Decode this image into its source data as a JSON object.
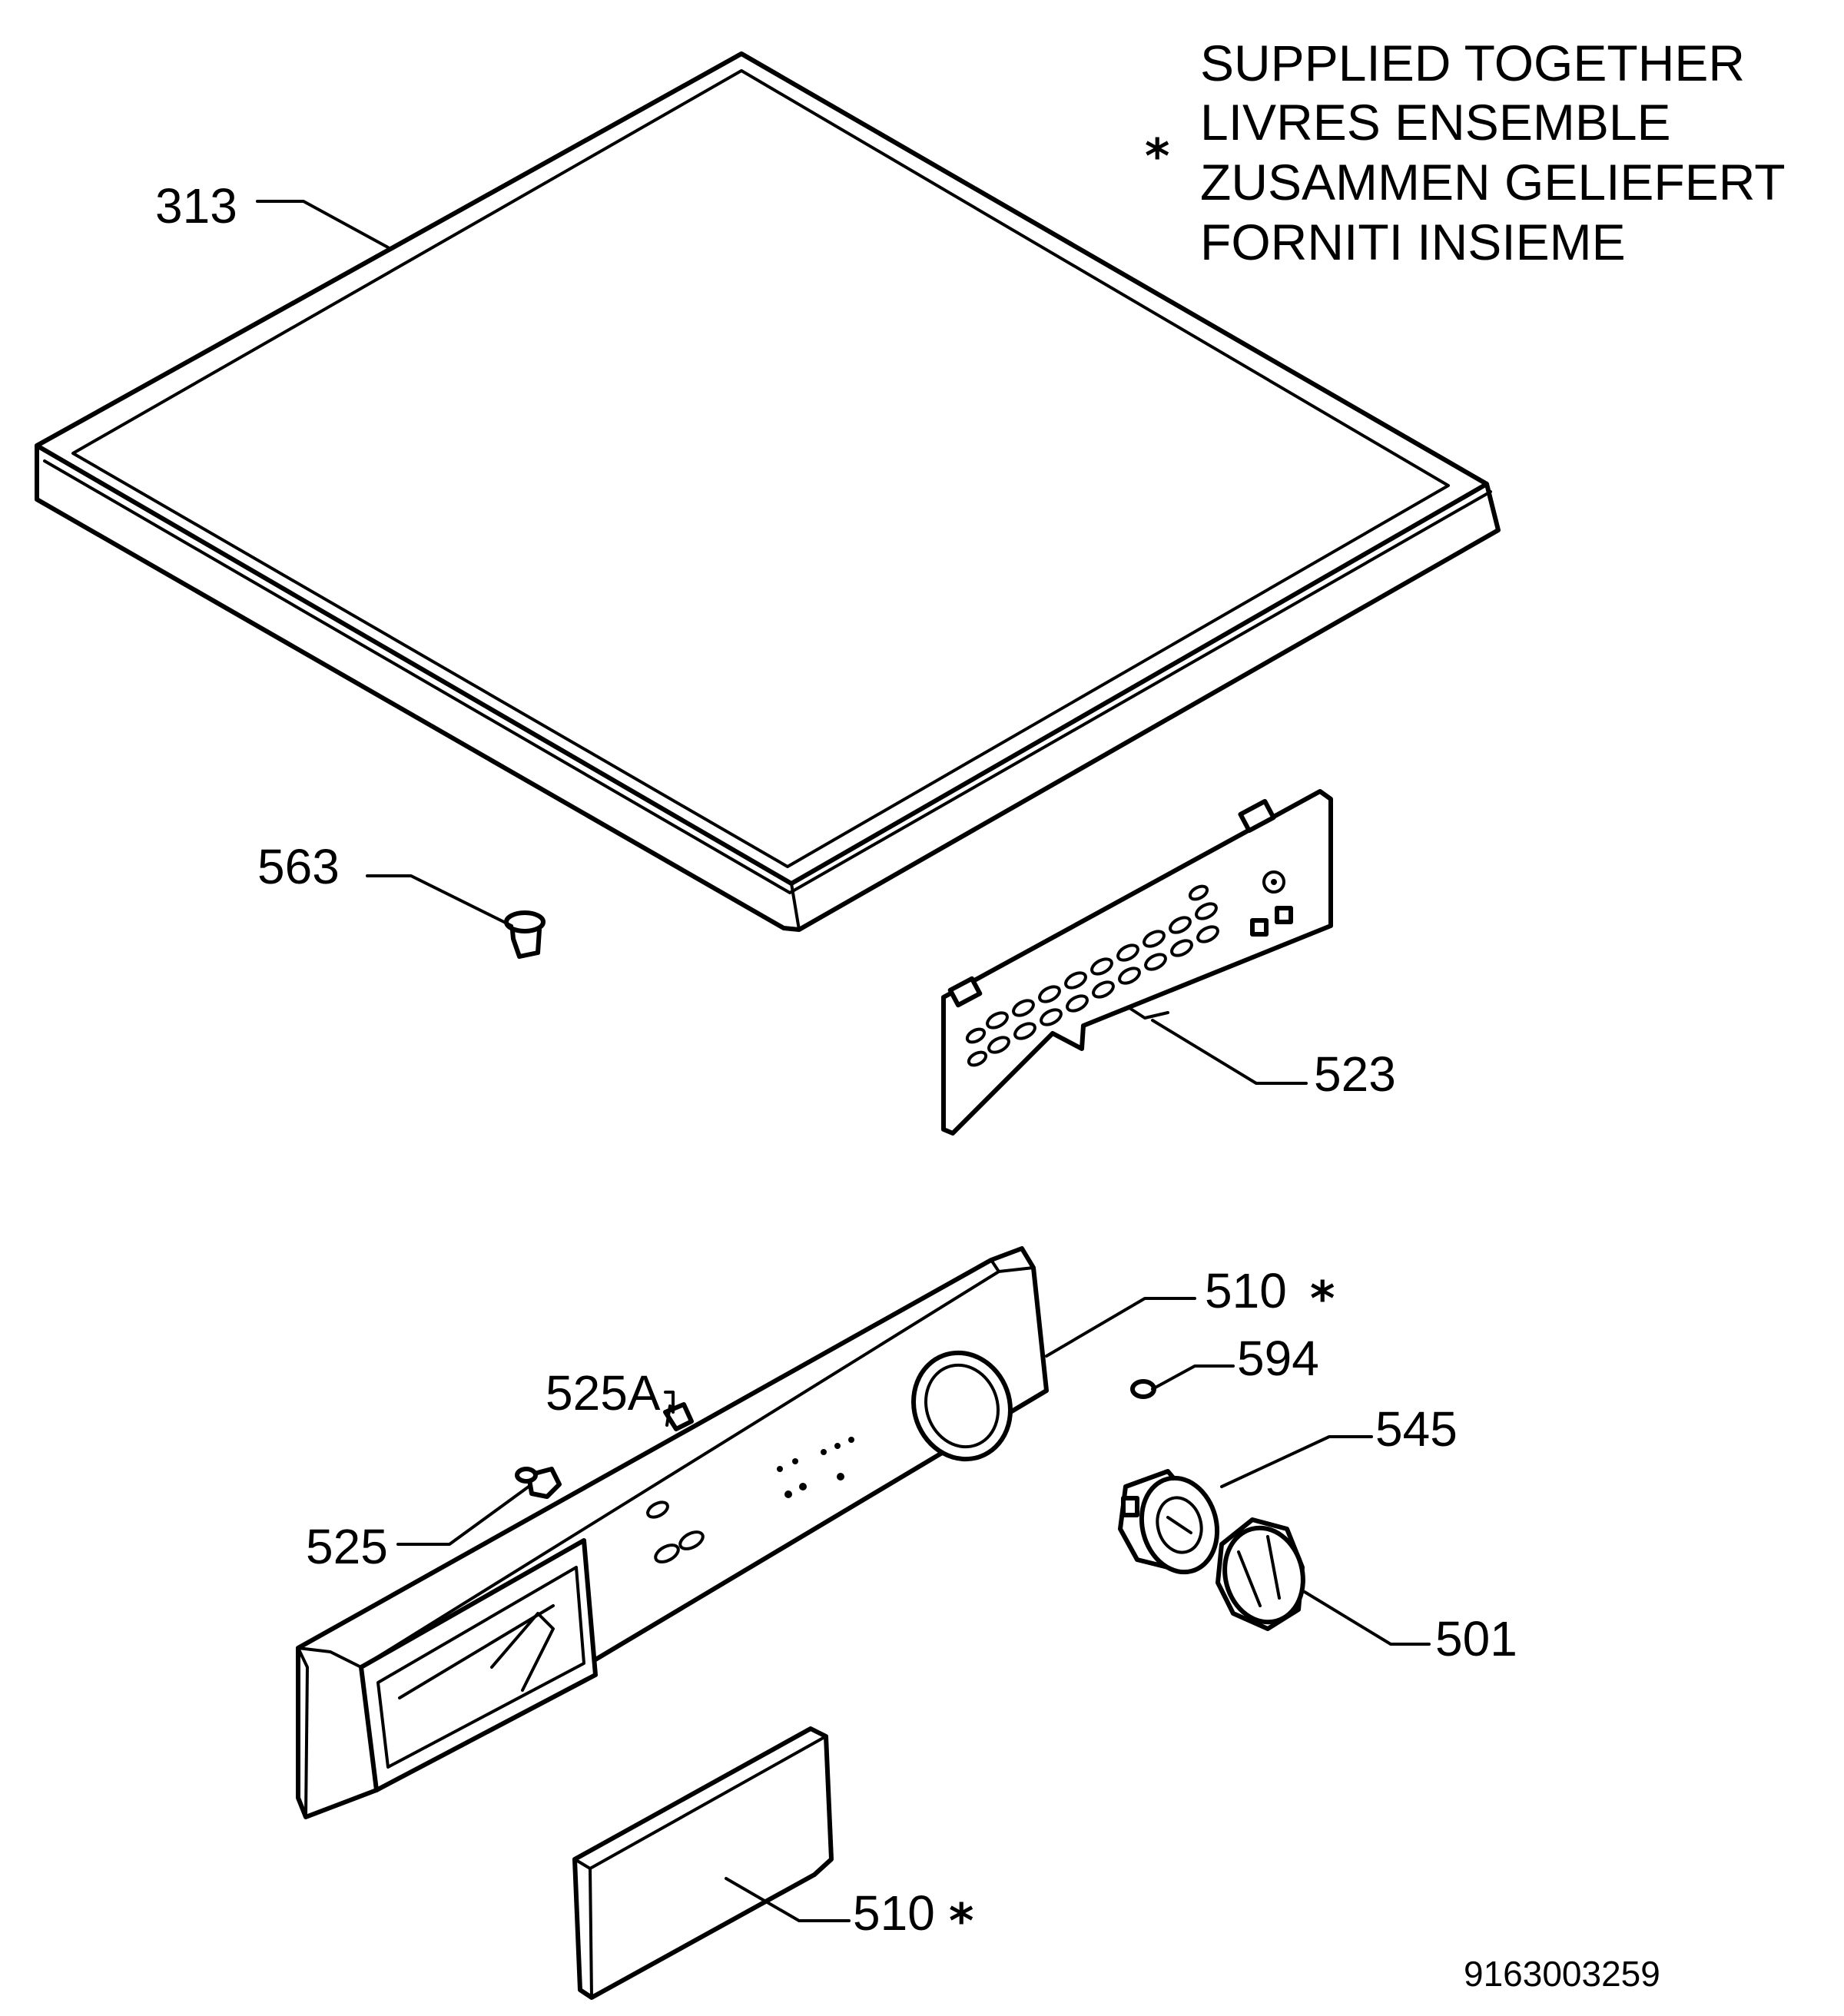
{
  "note": {
    "symbol": "*",
    "lines": [
      "SUPPLIED TOGETHER",
      "LIVRES ENSEMBLE",
      "ZUSAMMEN GELIEFERT",
      "FORNITI INSIEME"
    ]
  },
  "labels": {
    "p313": "313",
    "p563": "563",
    "p523": "523",
    "p510_top": "510",
    "p594": "594",
    "p525A": "525A",
    "p545": "545",
    "p525": "525",
    "p501": "501",
    "p510_bottom": "510",
    "star": "*"
  },
  "drawing_number": "9163003259"
}
